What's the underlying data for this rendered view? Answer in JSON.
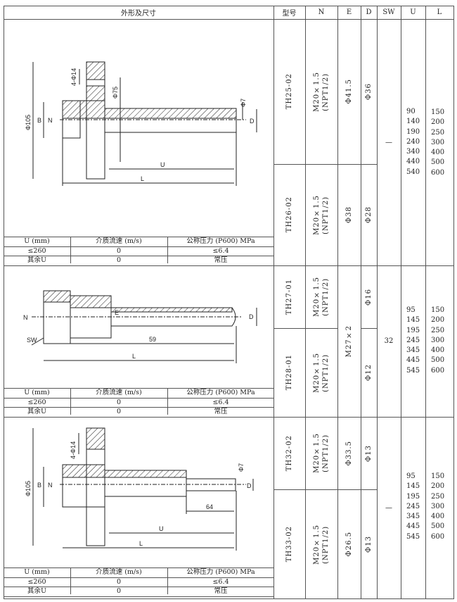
{
  "header": {
    "figure": "外形及尺寸",
    "model": "型号",
    "n": "N",
    "e": "E",
    "d": "D",
    "sw": "SW",
    "u": "U",
    "l": "L"
  },
  "sections": [
    {
      "models": [
        {
          "name": "TH25-02",
          "n": "M20×1.5",
          "n2": "(NPT1/2)",
          "e": "Φ41.5",
          "d": "Φ36"
        },
        {
          "name": "TH26-02",
          "n": "M20×1.5",
          "n2": "(NPT1/2)",
          "e": "Φ38",
          "d": "Φ28"
        }
      ],
      "sw": "—",
      "u": [
        "90",
        "140",
        "190",
        "240",
        "340",
        "440",
        "540"
      ],
      "l": [
        "150",
        "200",
        "250",
        "300",
        "400",
        "500",
        "600"
      ],
      "dims": {
        "d105": "Φ105",
        "d14": "4-Φ14",
        "d75": "Φ75",
        "d7": "Φ7",
        "b": "B",
        "n": "N",
        "d": "D",
        "u": "U",
        "l": "L"
      }
    },
    {
      "models": [
        {
          "name": "TH27-01",
          "n": "M20×1.5",
          "n2": "(NPT1/2)",
          "d": "Φ16"
        },
        {
          "name": "TH28-01",
          "n": "M20×1.5",
          "n2": "(NPT1/2)",
          "d": "Φ12"
        }
      ],
      "e": "M27×2",
      "sw": "32",
      "u": [
        "95",
        "145",
        "195",
        "245",
        "345",
        "445",
        "545"
      ],
      "l": [
        "150",
        "200",
        "250",
        "300",
        "400",
        "500",
        "600"
      ],
      "dims": {
        "n": "N",
        "sw": "SW",
        "e": "E",
        "d": "D",
        "u": "59",
        "l": "L"
      }
    },
    {
      "models": [
        {
          "name": "TH32-02",
          "n": "M20×1.5",
          "n2": "(NPT1/2)",
          "e": "Φ33.5",
          "d": "Φ13"
        },
        {
          "name": "TH33-02",
          "n": "M20×1.5",
          "n2": "(NPT1/2)",
          "e": "Φ26.5",
          "d": "Φ13"
        }
      ],
      "sw": "—",
      "u": [
        "95",
        "145",
        "195",
        "245",
        "345",
        "445",
        "545"
      ],
      "l": [
        "150",
        "200",
        "250",
        "300",
        "400",
        "500",
        "600"
      ],
      "dims": {
        "d105": "Φ105",
        "d14": "4-Φ14",
        "d7": "Φ7",
        "b": "B",
        "n": "N",
        "d": "D",
        "u2": "64",
        "u": "U",
        "l": "L"
      }
    }
  ],
  "pressure_table": {
    "headers": [
      "U (mm)",
      "介质流速 (m/s)",
      "公称压力 (P600) MPa"
    ],
    "rows": [
      [
        "≤260",
        "0",
        "≤6.4"
      ],
      [
        "其余U",
        "0",
        "常压"
      ]
    ]
  }
}
